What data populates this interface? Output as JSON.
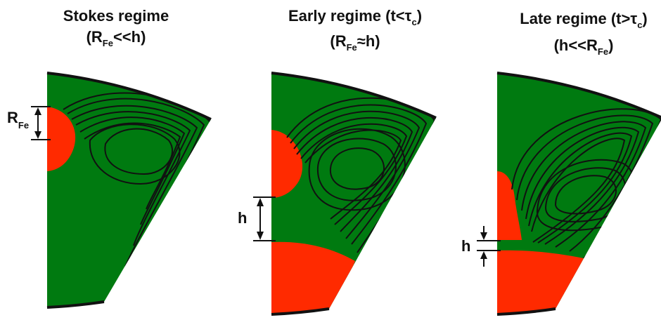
{
  "panels": [
    {
      "title_line1": "Stokes regime",
      "title_line2_pre": "(R",
      "title_line2_sub": "Fe",
      "title_line2_post": "<<h)",
      "dimension_label": "R",
      "dimension_label_sub": "Fe"
    },
    {
      "title_line1_pre": "Early regime (t<",
      "title_line1_tau": "τ",
      "title_line1_sub": "c",
      "title_line1_post": ")",
      "title_line2_pre": "(R",
      "title_line2_sub": "Fe",
      "title_line2_post": "≈h)",
      "dimension_label": "h"
    },
    {
      "title_line1_pre": "Late regime (t>",
      "title_line1_tau": "τ",
      "title_line1_sub": "c",
      "title_line1_post": ")",
      "title_line2_pre": "(h<<R",
      "title_line2_sub": "Fe",
      "title_line2_post": ")",
      "dimension_label": "h"
    }
  ],
  "colors": {
    "mantle_green": "#007a10",
    "iron_red": "#ff2a00",
    "streamline": "#111111",
    "boundary": "#111111"
  }
}
